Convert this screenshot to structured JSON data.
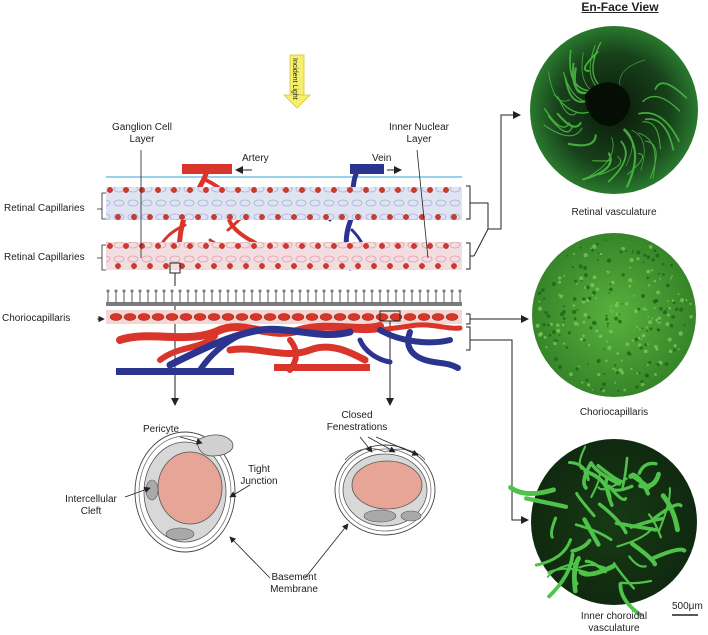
{
  "header": {
    "title": "En-Face View"
  },
  "labels": {
    "incident_light": "Incident Light",
    "ganglion_cell_layer": "Ganglion Cell\nLayer",
    "inner_nuclear_layer": "Inner Nuclear\nLayer",
    "artery": "Artery",
    "vein": "Vein",
    "retinal_capillaries_1": "Retinal Capillaries",
    "retinal_capillaries_2": "Retinal Capillaries",
    "choriocapillaris": "Choriocapillaris",
    "pericyte": "Pericyte",
    "closed_fenestrations": "Closed\nFenestrations",
    "tight_junction": "Tight\nJunction",
    "intercellular_cleft": "Intercellular\nCleft",
    "basement_membrane": "Basement\nMembrane"
  },
  "panels": [
    {
      "caption": "Retinal vasculature"
    },
    {
      "caption": "Choriocapillaris"
    },
    {
      "caption": "Inner choroidal\nvasculature"
    }
  ],
  "scale_bar": {
    "label": "500μm"
  },
  "colors": {
    "artery": "#d9352b",
    "vein": "#2b3590",
    "capillary_band_top": "#d8dcef",
    "capillary_band_bottom": "#f3d6da",
    "lumen": "#e6a597",
    "angio_dark": "#0c200c",
    "angio_green": "#3fae3c"
  }
}
